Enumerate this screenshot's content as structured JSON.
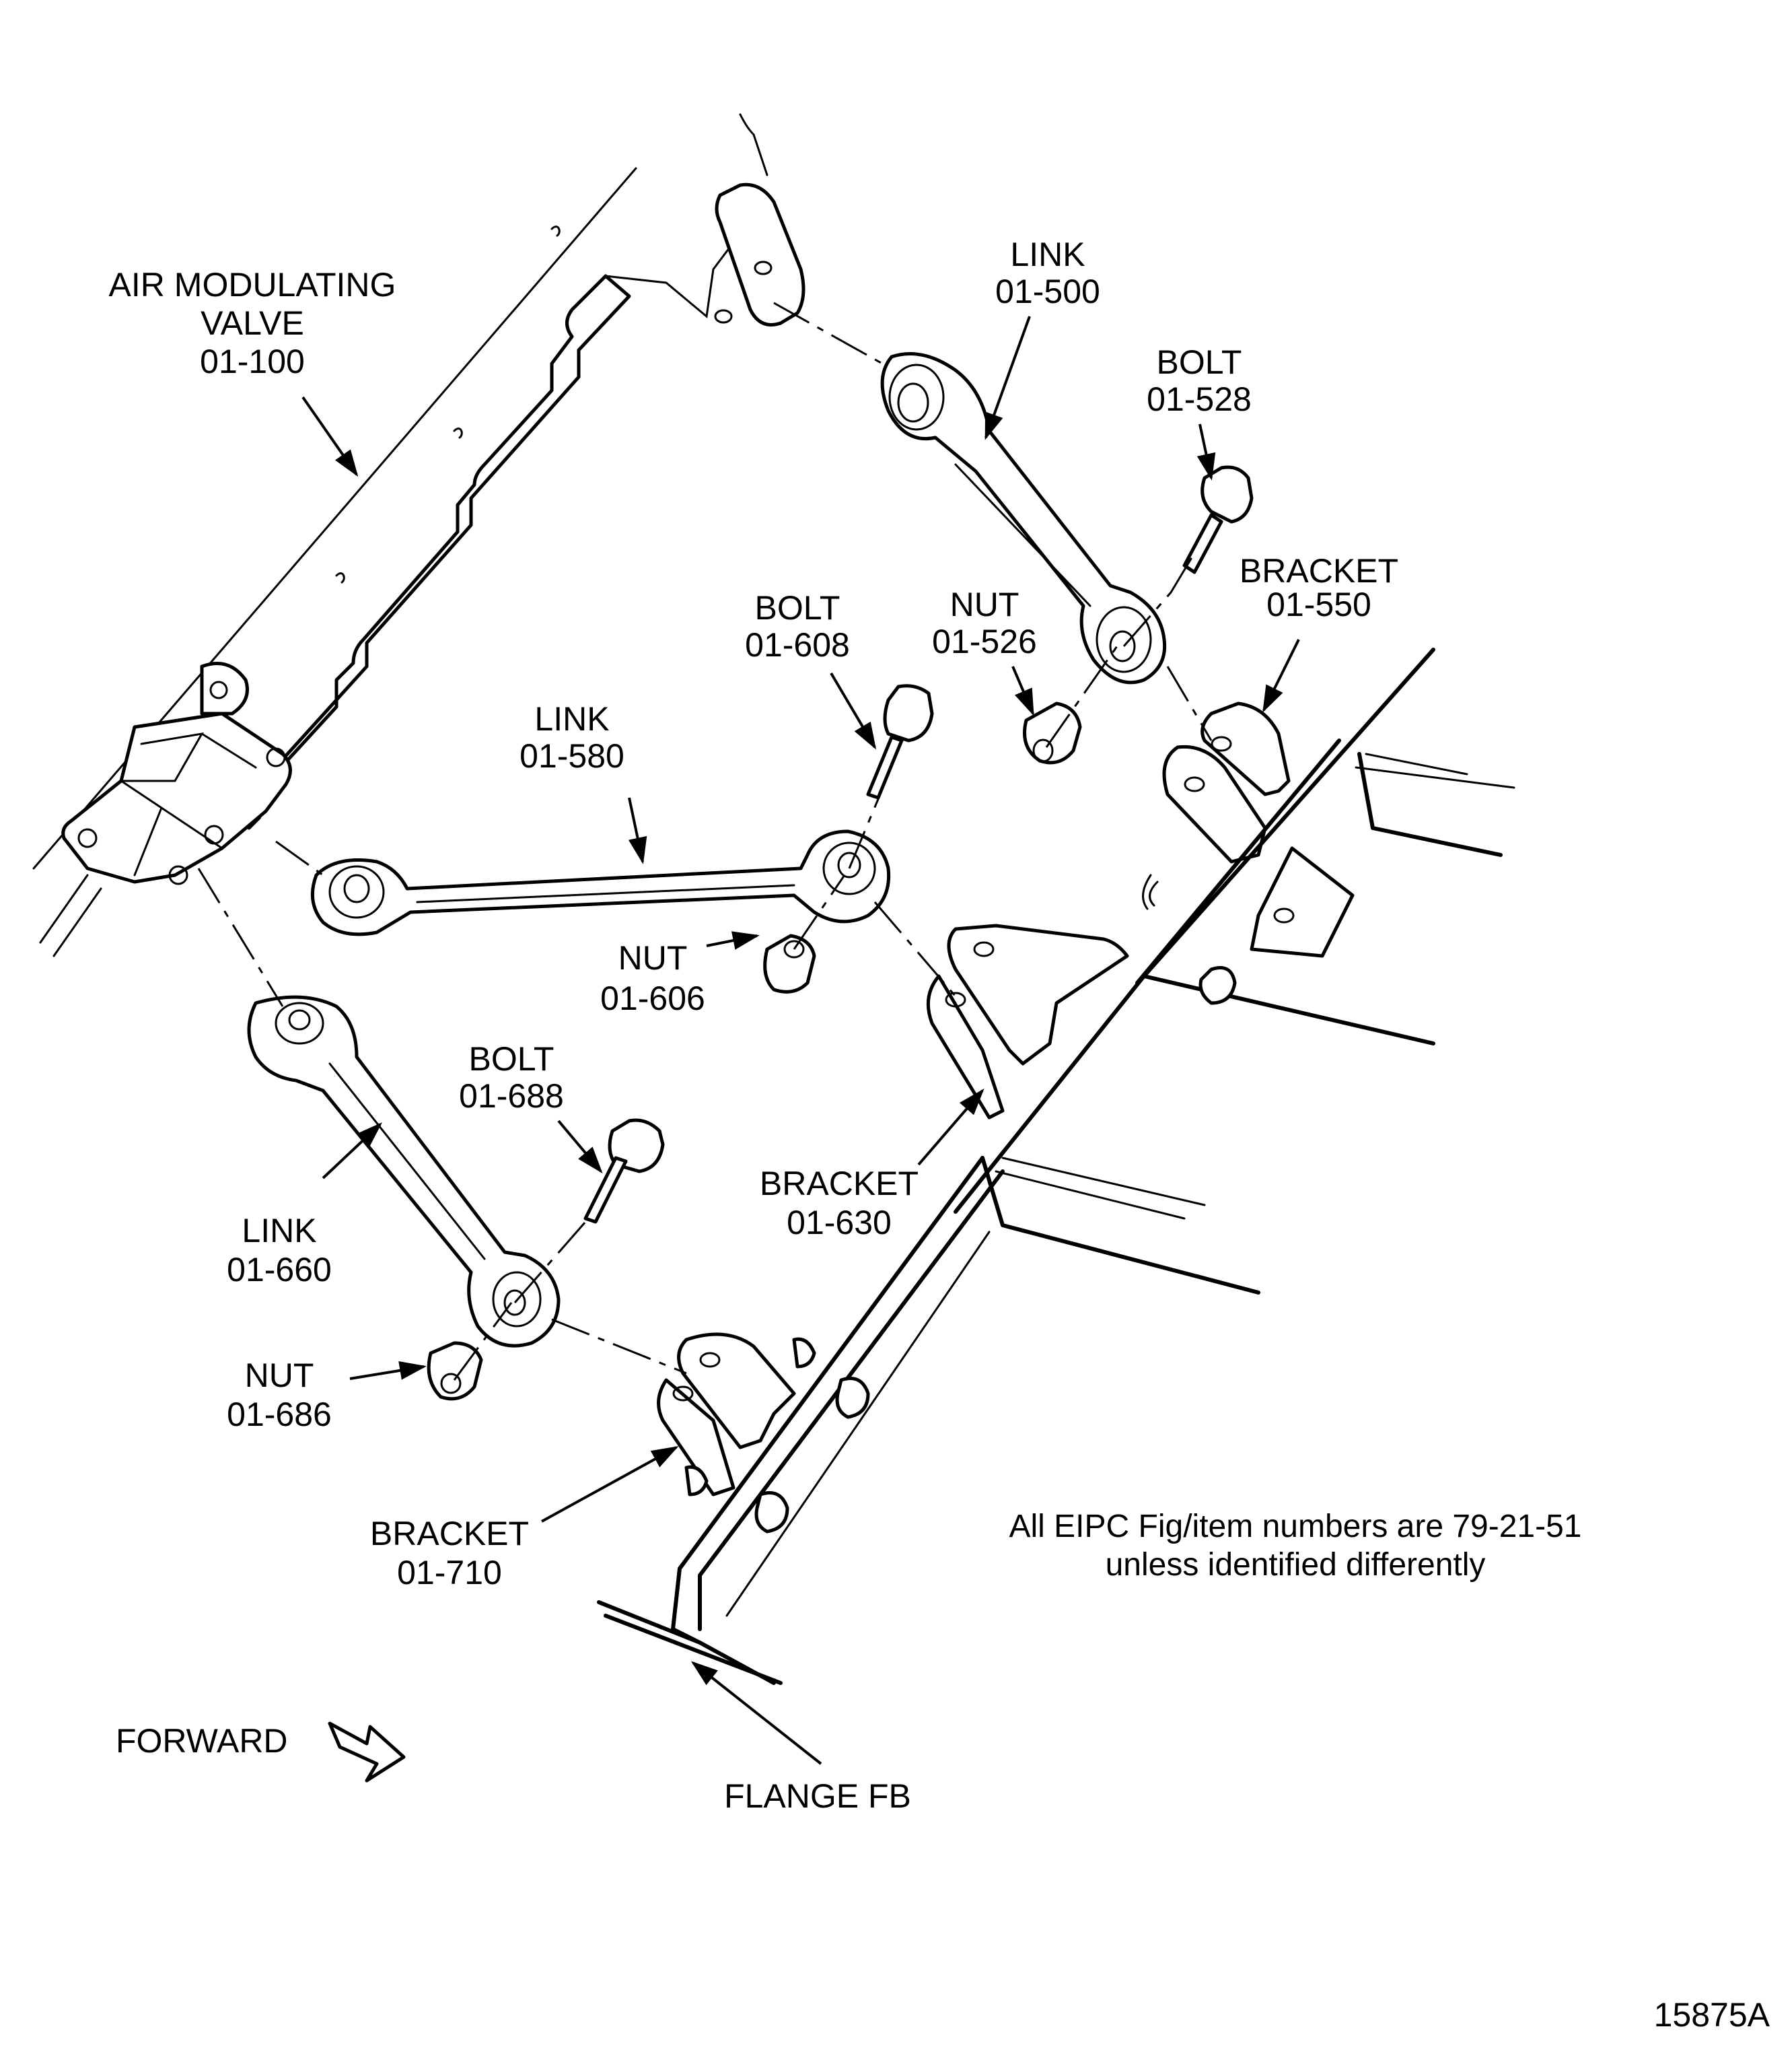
{
  "figure": {
    "figure_number": "15875A",
    "note_lines": [
      "All EIPC Fig/item numbers are 79-21-51",
      "unless identified differently"
    ],
    "direction_label": "FORWARD",
    "direction_icon": "outline-arrow-right-icon"
  },
  "callouts": [
    {
      "id": "air-modulating-valve",
      "lines": [
        "AIR MODULATING",
        "VALVE",
        "01-100"
      ]
    },
    {
      "id": "link-500",
      "lines": [
        "LINK",
        "01-500"
      ]
    },
    {
      "id": "bolt-528",
      "lines": [
        "BOLT",
        "01-528"
      ]
    },
    {
      "id": "bracket-550",
      "lines": [
        "BRACKET",
        "01-550"
      ]
    },
    {
      "id": "nut-526",
      "lines": [
        "NUT",
        "01-526"
      ]
    },
    {
      "id": "bolt-608",
      "lines": [
        "BOLT",
        "01-608"
      ]
    },
    {
      "id": "link-580",
      "lines": [
        "LINK",
        "01-580"
      ]
    },
    {
      "id": "nut-606",
      "lines": [
        "NUT",
        "01-606"
      ]
    },
    {
      "id": "bolt-688",
      "lines": [
        "BOLT",
        "01-688"
      ]
    },
    {
      "id": "link-660",
      "lines": [
        "LINK",
        "01-660"
      ]
    },
    {
      "id": "bracket-630",
      "lines": [
        "BRACKET",
        "01-630"
      ]
    },
    {
      "id": "nut-686",
      "lines": [
        "NUT",
        "01-686"
      ]
    },
    {
      "id": "bracket-710",
      "lines": [
        "BRACKET",
        "01-710"
      ]
    },
    {
      "id": "flange-fb",
      "lines": [
        "FLANGE FB"
      ]
    }
  ]
}
